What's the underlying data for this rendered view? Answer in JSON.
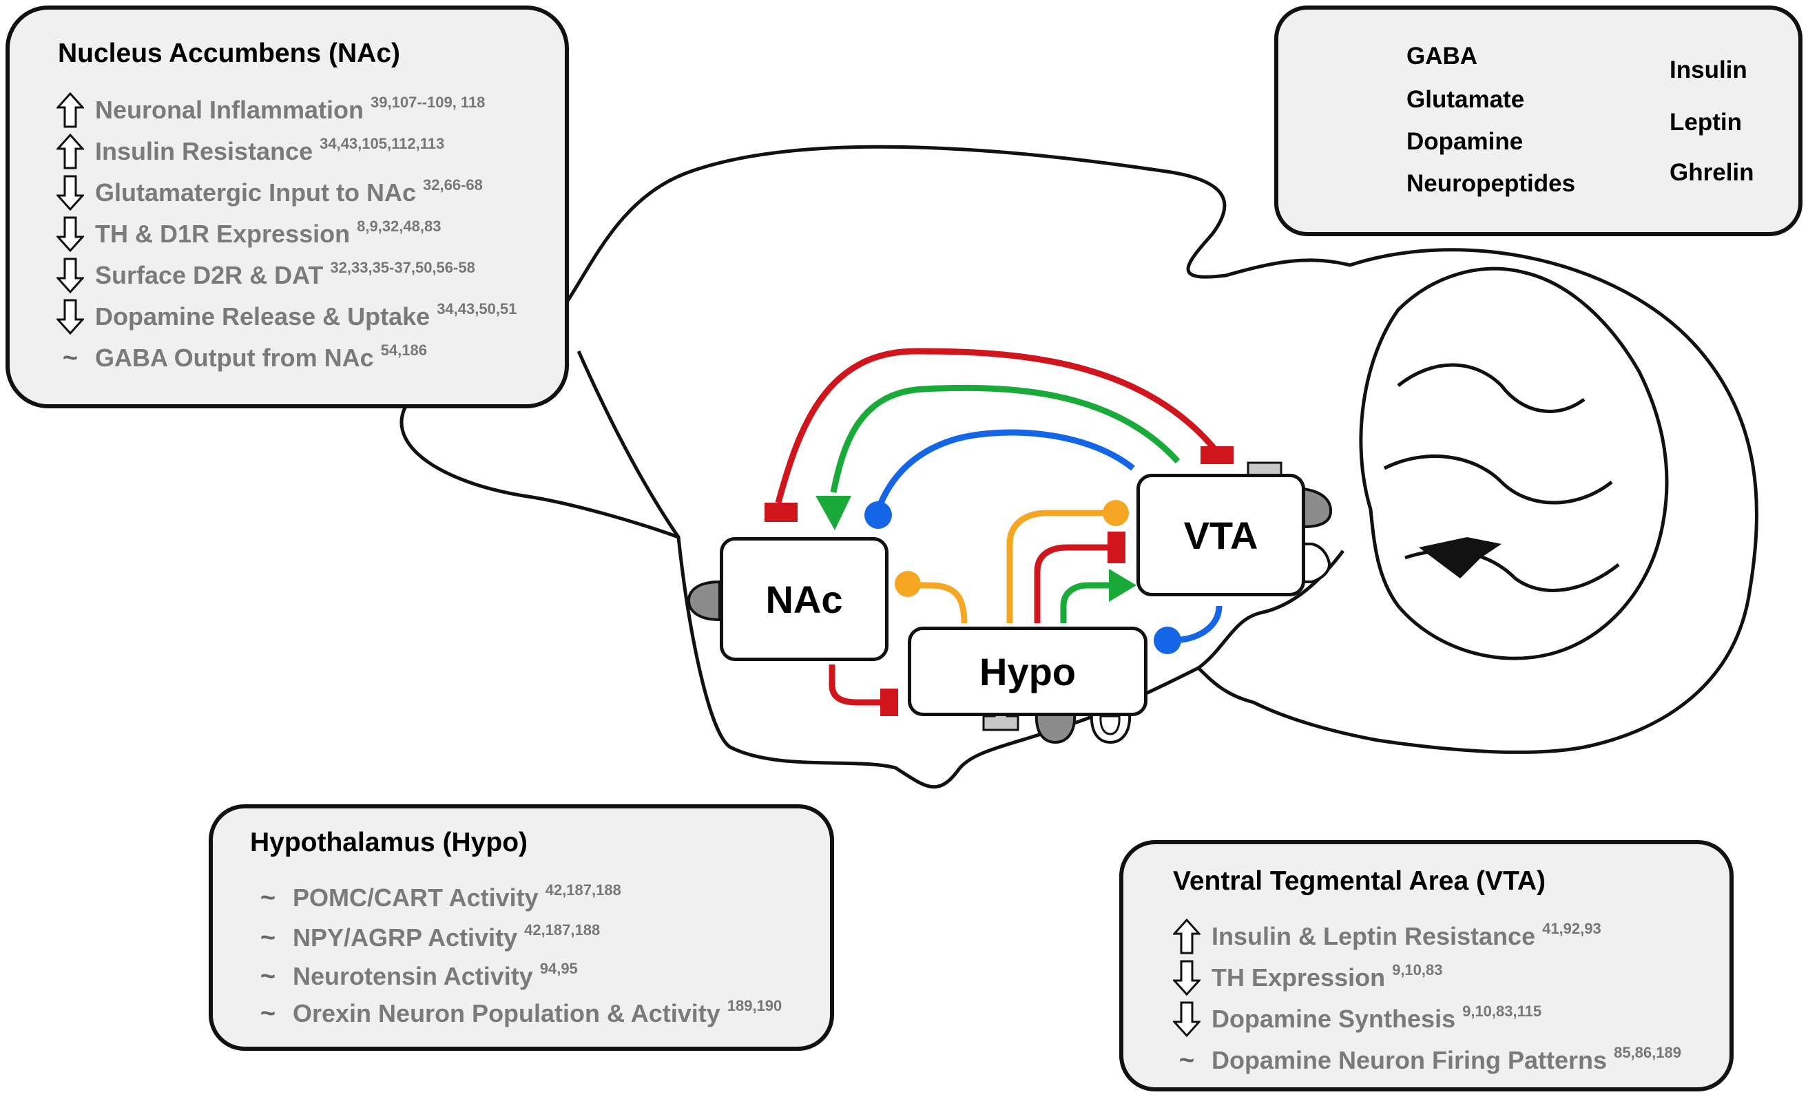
{
  "nac_panel": {
    "title": "Nucleus Accumbens (NAc)",
    "items": [
      {
        "indicator": "up-arrow",
        "text": "Neuronal Inflammation",
        "refs": "39,107--109, 118"
      },
      {
        "indicator": "up-arrow",
        "text": "Insulin Resistance",
        "refs": "34,43,105,112,113"
      },
      {
        "indicator": "down-arrow",
        "text": "Glutamatergic Input to NAc",
        "refs": "32,66-68"
      },
      {
        "indicator": "down-arrow",
        "text": "TH & D1R Expression",
        "refs": "8,9,32,48,83"
      },
      {
        "indicator": "down-arrow",
        "text": "Surface D2R & DAT",
        "refs": "32,33,35-37,50,56-58"
      },
      {
        "indicator": "down-arrow",
        "text": "Dopamine Release & Uptake",
        "refs": "34,43,50,51"
      },
      {
        "indicator": "tilde",
        "text": "GABA Output from NAc",
        "refs": "54,186"
      }
    ]
  },
  "hypo_panel": {
    "title": "Hypothalamus (Hypo)",
    "items": [
      {
        "indicator": "tilde",
        "text": "POMC/CART Activity",
        "refs": "42,187,188"
      },
      {
        "indicator": "tilde",
        "text": "NPY/AGRP Activity",
        "refs": "42,187,188"
      },
      {
        "indicator": "tilde",
        "text": "Neurotensin Activity",
        "refs": "94,95"
      },
      {
        "indicator": "tilde",
        "text": "Orexin Neuron Population & Activity",
        "refs": "189,190"
      }
    ]
  },
  "vta_panel": {
    "title": "Ventral Tegmental Area (VTA)",
    "items": [
      {
        "indicator": "up-arrow",
        "text": "Insulin & Leptin Resistance",
        "refs": "41,92,93"
      },
      {
        "indicator": "down-arrow",
        "text": "TH Expression",
        "refs": "9,10,83"
      },
      {
        "indicator": "down-arrow",
        "text": "Dopamine Synthesis",
        "refs": "9,10,83,115"
      },
      {
        "indicator": "tilde",
        "text": "Dopamine Neuron Firing Patterns",
        "refs": "85,86,189"
      }
    ]
  },
  "legend": {
    "gaba": "GABA",
    "glutamate": "Glutamate",
    "dopamine": "Dopamine",
    "neuropeptides": "Neuropeptides",
    "insulin": "Insulin",
    "leptin": "Leptin",
    "ghrelin": "Ghrelin"
  },
  "regions": {
    "nac": "NAc",
    "hypo": "Hypo",
    "vta": "VTA"
  },
  "colors": {
    "gaba": "#d0161c",
    "glutamate": "#1aaa3a",
    "dopamine": "#1466e6",
    "neuropeptides": "#f5a623",
    "insulin_fill": "#8c8c8c",
    "leptin_fill": "#c8c8c8",
    "ghrelin_fill": "#ffffff"
  }
}
